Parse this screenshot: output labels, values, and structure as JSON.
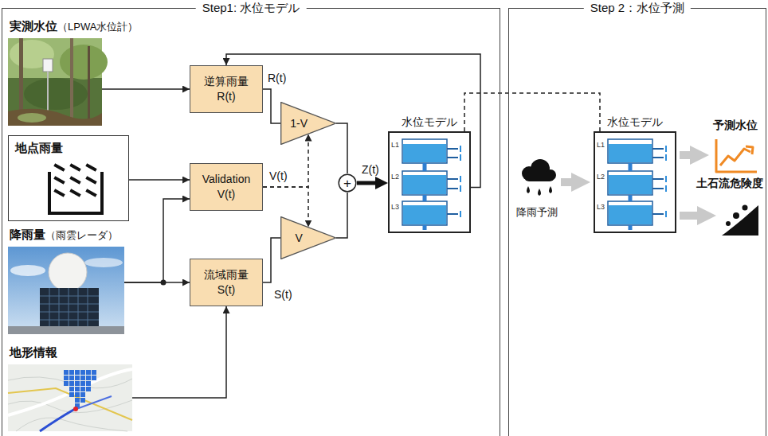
{
  "diagram": {
    "nodes": [
      {
        "text": [
          "Step1: 水位モデル"
        ]
      },
      {
        "text": [
          "実測水位",
          "（LPWA水位計）"
        ],
        "in": 0
      },
      {
        "text": [
          "地点雨量"
        ],
        "in": 0
      },
      {
        "text": [
          "降雨量",
          "（雨雲レーダ）"
        ],
        "in": 0
      },
      {
        "text": [
          "地形情報"
        ],
        "in": 0
      },
      {
        "text": [
          "逆算雨量 R(t)"
        ],
        "in": 0
      },
      {
        "text": [
          "Validation V(t)"
        ],
        "in": 0
      },
      {
        "text": [
          "流域雨量 S(t)"
        ],
        "in": 0
      },
      {
        "text": [
          "1-V"
        ],
        "in": 0
      },
      {
        "text": [
          "V"
        ],
        "in": 0
      },
      {
        "text": [
          "+"
        ],
        "in": 0
      },
      {
        "text": [
          "水位モデル"
        ],
        "in": 0
      },
      {
        "text": [
          "Step 2：水位予測"
        ]
      },
      {
        "text": [
          "降雨予測"
        ],
        "in": 12
      },
      {
        "text": [
          "水位モデル"
        ],
        "in": 12
      },
      {
        "text": [
          "予測水位"
        ],
        "in": 12
      },
      {
        "text": [
          "土石流危険度"
        ],
        "in": 12
      }
    ],
    "edges": [
      {
        "from": 1,
        "to": 5,
        "arrow": "to"
      },
      {
        "from": 5,
        "to": 8,
        "label": "R(t)",
        "arrow": "none"
      },
      {
        "from": 2,
        "to": 6,
        "arrow": "to"
      },
      {
        "from": 3,
        "to": 6,
        "arrow": "to"
      },
      {
        "from": 3,
        "to": 7,
        "arrow": "to"
      },
      {
        "from": 4,
        "to": 7,
        "arrow": "to"
      },
      {
        "from": 6,
        "to": 8,
        "label": "V(t)",
        "arrow": "to"
      },
      {
        "from": 6,
        "to": 9,
        "arrow": "to"
      },
      {
        "from": 7,
        "to": 9,
        "label": "S(t)",
        "arrow": "none"
      },
      {
        "from": 8,
        "to": 10,
        "arrow": "none"
      },
      {
        "from": 9,
        "to": 10,
        "arrow": "none"
      },
      {
        "from": 10,
        "to": 11,
        "label": "Z(t)",
        "arrow": "to"
      },
      {
        "from": 11,
        "to": 5,
        "arrow": "to"
      },
      {
        "from": 11,
        "to": 14,
        "arrow": "none"
      },
      {
        "from": 13,
        "to": 14,
        "arrow": "to"
      },
      {
        "from": 14,
        "to": 15,
        "arrow": "to"
      },
      {
        "from": 14,
        "to": 16,
        "arrow": "to"
      }
    ],
    "labels": [
      "L1",
      "L2",
      "L3",
      "L1",
      "L2",
      "L3"
    ]
  }
}
